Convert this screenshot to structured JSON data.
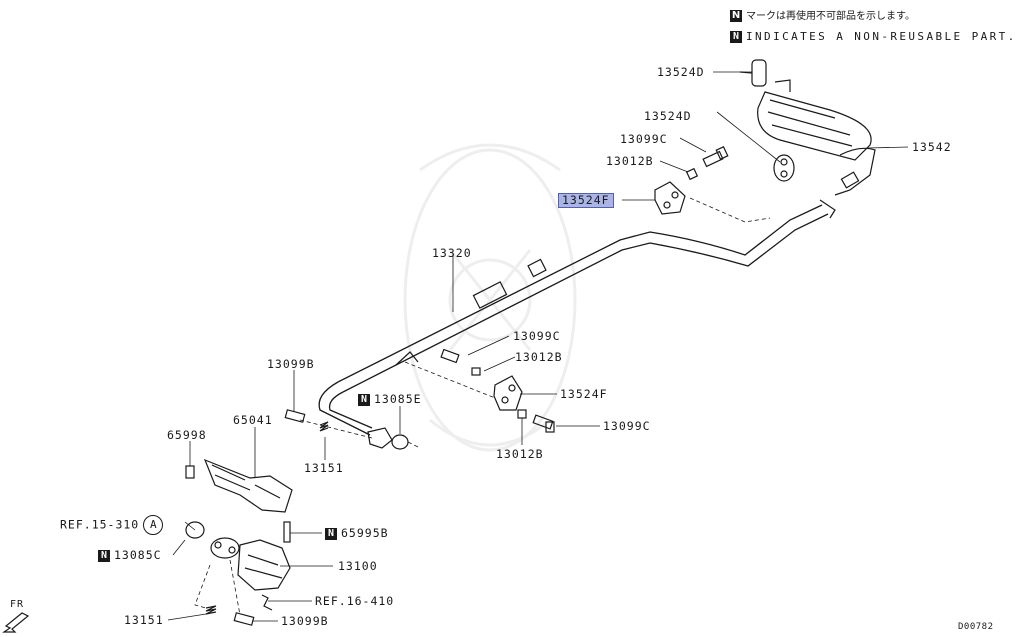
{
  "notices": {
    "n_badge": "N",
    "japanese": "マークは再使用不可部品を示します。",
    "english": "INDICATES A NON-REUSABLE PART."
  },
  "labels": {
    "p13524D_top": "13524D",
    "p13524D_mid": "13524D",
    "p13542": "13542",
    "p13099C_top": "13099C",
    "p13012B_top": "13012B",
    "p13524F_top": "13524F",
    "p13320": "13320",
    "p13099C_mid": "13099C",
    "p13012B_mid": "13012B",
    "p13524F_mid": "13524F",
    "p13099C_right": "13099C",
    "p13012B_low": "13012B",
    "p13099B_top": "13099B",
    "p65041": "65041",
    "p65998": "65998",
    "p13085E": "13085E",
    "p13151_mid": "13151",
    "ref_15_310": "REF.15-310",
    "ref_15_310_circle": "A",
    "p13085C": "13085C",
    "p65995B": "65995B",
    "p13100": "13100",
    "ref_16_410": "REF.16-410",
    "p13151_low": "13151",
    "p13099B_low": "13099B",
    "fr": "FR",
    "diagram_code": "D00782"
  },
  "highlight_color": "#aab4e6"
}
